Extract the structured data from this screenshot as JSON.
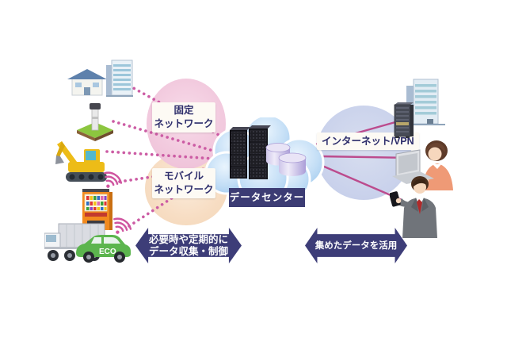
{
  "labels": {
    "fixed_network": "固定\nネットワーク",
    "mobile_network": "モバイル\nネットワーク",
    "internet_vpn": "インターネット/VPN",
    "data_center": "データセンター",
    "collect_arrow": "必要時や定期的に\nデータ収集・制御",
    "utilize_arrow": "集めたデータを活用",
    "eco_car_badge": "ECO"
  },
  "icons": {
    "left_devices": [
      "house-icon",
      "office-building-icon",
      "field-sensor-icon",
      "excavator-icon",
      "vending-machine-icon",
      "truck-icon",
      "eco-car-icon"
    ],
    "wireless_signals": [
      "wifi-waves-icon-vending",
      "wifi-waves-icon-car"
    ],
    "center": [
      "cloud-icon",
      "server-rack-icon",
      "database-cylinder-icon"
    ],
    "right_devices": [
      "office-building-icon",
      "server-rack-icon",
      "woman-with-laptop-icon",
      "businessman-with-smartphone-icon"
    ]
  },
  "connections": {
    "dotted_left": [
      "house and office building to fixed network",
      "field sensor to fixed network",
      "excavator to fixed network",
      "vending machine to mobile network",
      "eco car to mobile network"
    ],
    "solid_right": [
      "internet/vpn to office server rack",
      "internet/vpn to woman with laptop",
      "internet/vpn to businessman with smartphone"
    ]
  },
  "colors": {
    "fixed_network_circle": "#f2cade",
    "mobile_network_circle": "#f7ddc3",
    "internet_circle": "#cbd3ec",
    "cloud_blue": "#aed2f2",
    "connector_pink": "#c9549e",
    "navy": "#3d3d78",
    "label_text_navy": "#2d2d6b",
    "background": "#ffffff"
  }
}
